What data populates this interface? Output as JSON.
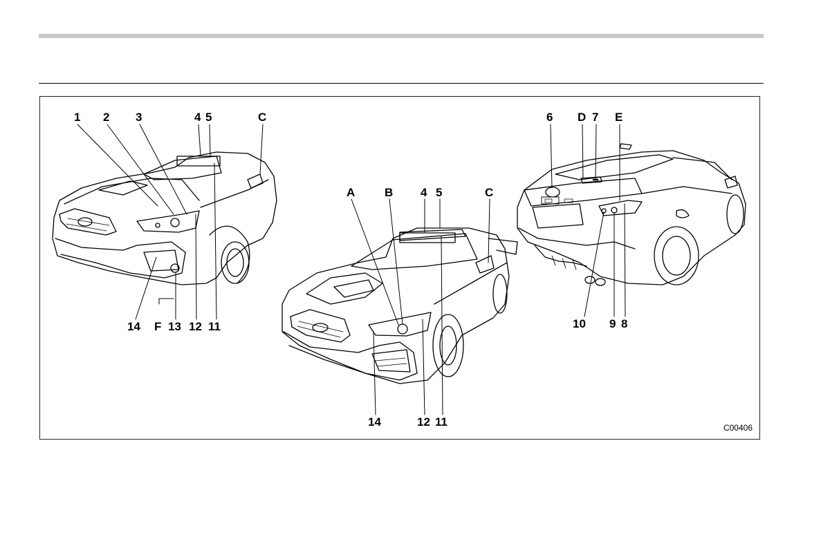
{
  "figure": {
    "code": "C00406",
    "views": {
      "front_left": {
        "labels": [
          "1",
          "2",
          "3",
          "4",
          "5",
          "C",
          "14",
          "F",
          "13",
          "12",
          "11"
        ]
      },
      "front_center": {
        "labels": [
          "A",
          "B",
          "4",
          "5",
          "C",
          "14",
          "12",
          "11"
        ]
      },
      "rear_right": {
        "labels": [
          "6",
          "D",
          "7",
          "E",
          "10",
          "9",
          "8"
        ]
      }
    }
  }
}
